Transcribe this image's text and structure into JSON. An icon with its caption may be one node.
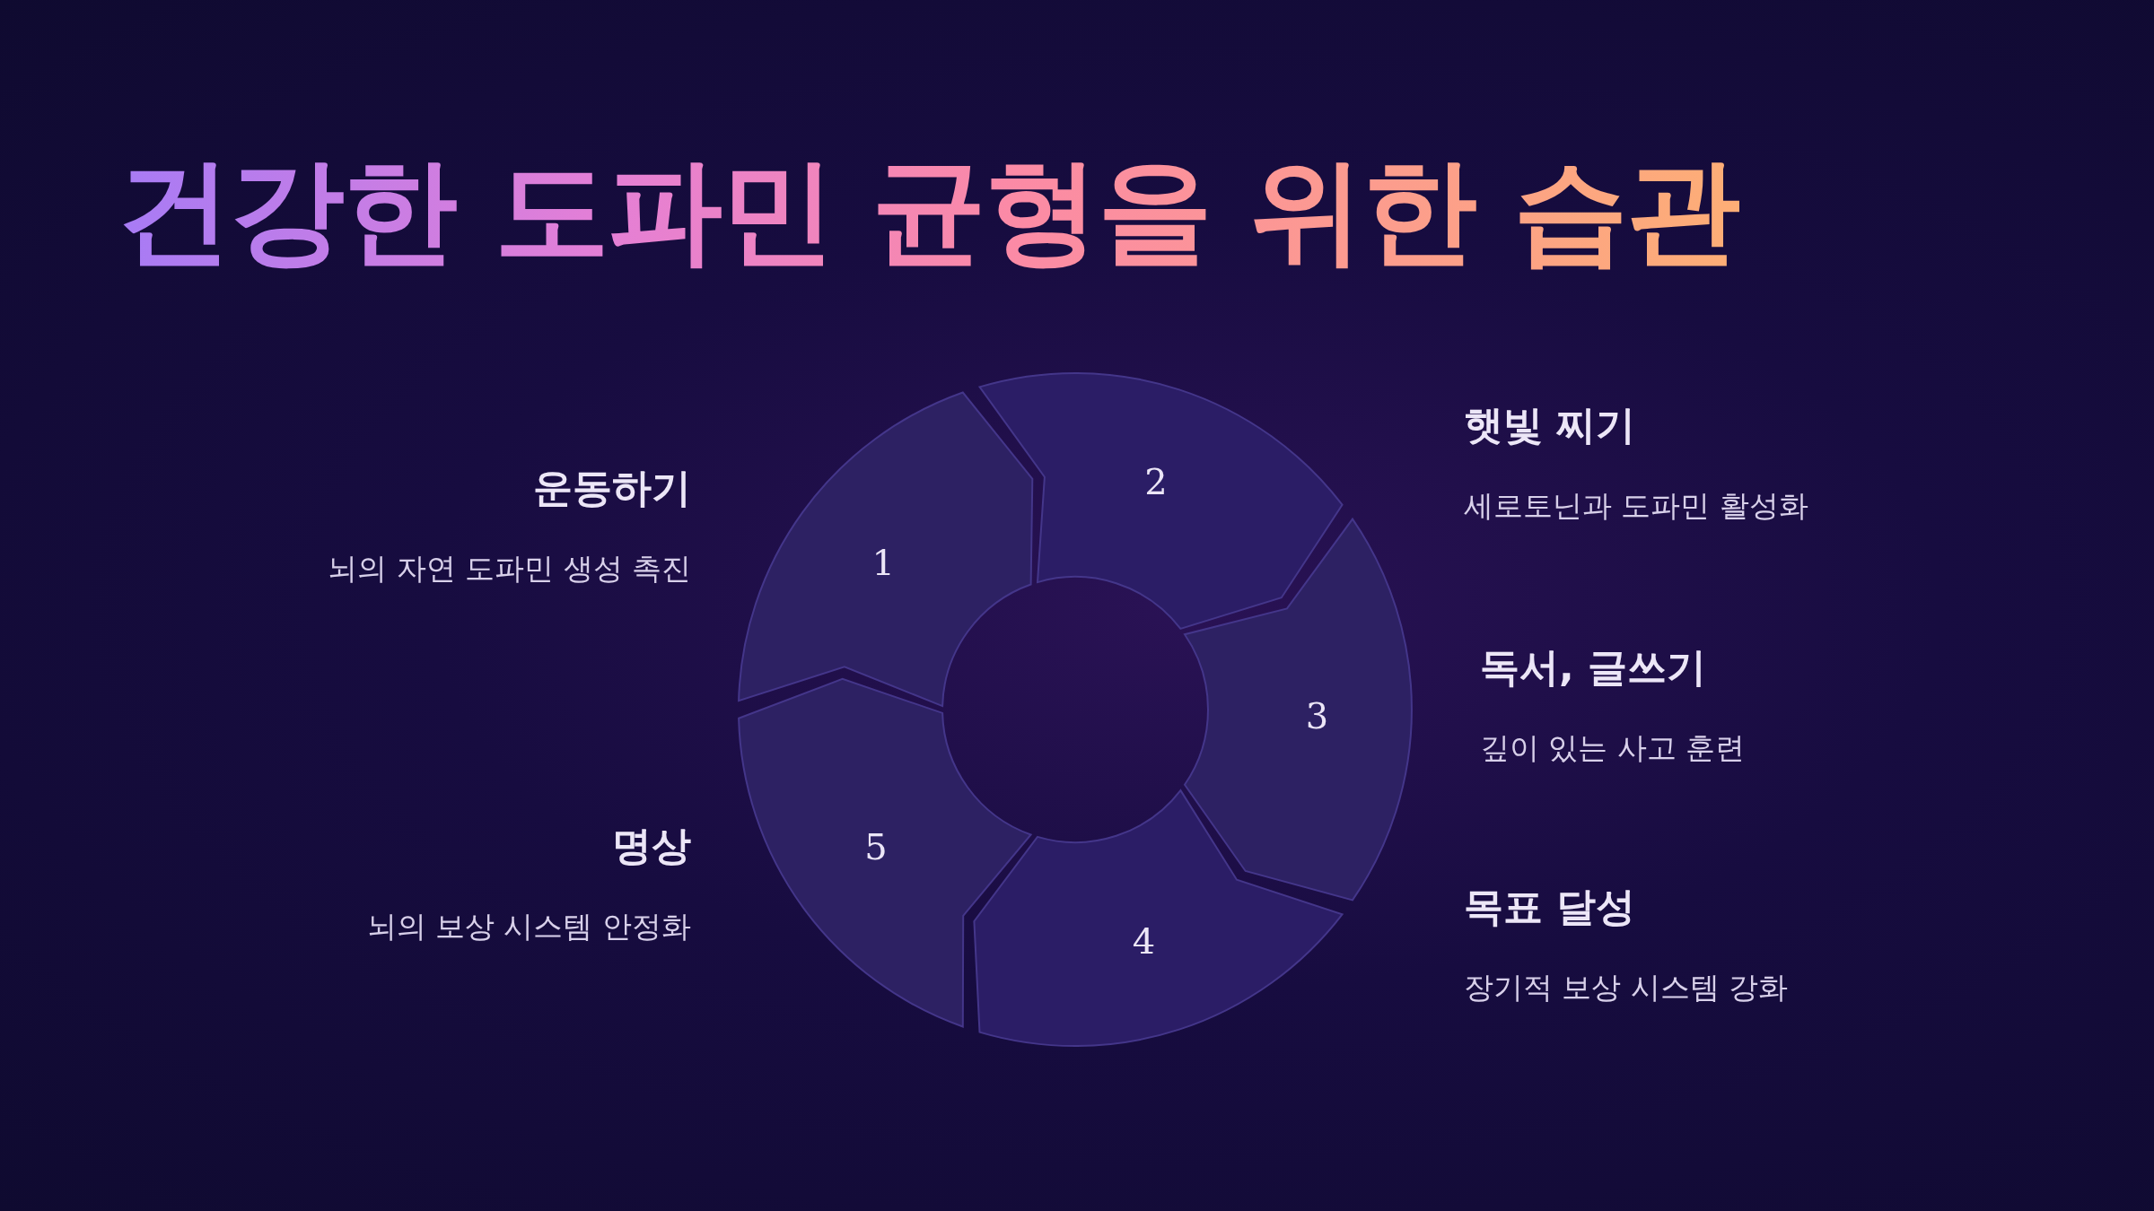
{
  "diagram": {
    "title": "건강한 도파민 균형을 위한 습관",
    "nodes": [
      {
        "text": [
          "1"
        ],
        "beside": [
          "운동하기",
          "뇌의 자연 도파민 생성 촉진"
        ]
      },
      {
        "text": [
          "2"
        ],
        "beside": [
          "햇빛 찌기",
          "세로토닌과 도파민 활성화"
        ]
      },
      {
        "text": [
          "3"
        ],
        "beside": [
          "독서, 글쓰기",
          "깊이 있는 사고 훈련"
        ]
      },
      {
        "text": [
          "4"
        ],
        "beside": [
          "목표 달성",
          "장기적 보상 시스템 강화"
        ]
      },
      {
        "text": [
          "5"
        ],
        "beside": [
          "명상",
          "뇌의 보상 시스템 안정화"
        ]
      }
    ]
  }
}
